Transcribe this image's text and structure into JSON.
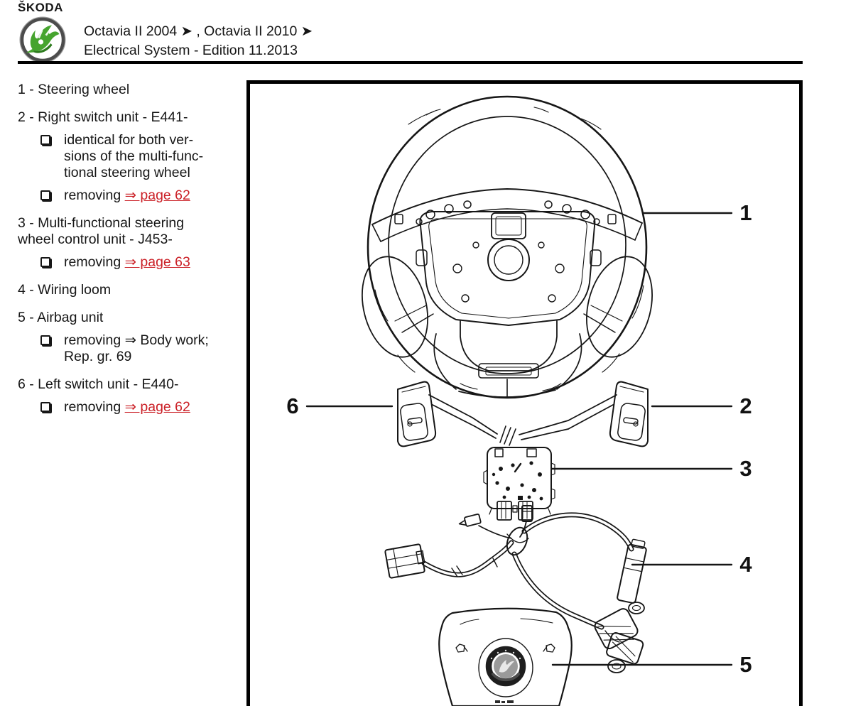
{
  "header": {
    "brand": "ŠKODA",
    "model_line": "Octavia II 2004 ➤ , Octavia II 2010 ➤",
    "document_line": "Electrical System - Edition 11.2013"
  },
  "colors": {
    "link_red": "#cb2027",
    "skoda_green": "#46a42e",
    "text": "#161616"
  },
  "icons": {
    "header_logo": "skoda-winged-arrow-logo",
    "list_bullet": "open-square-checkbox",
    "airbag_center": "skoda-badge"
  },
  "parts_list": {
    "items": [
      {
        "text": "1 - Steering wheel"
      },
      {
        "text": "2 - Right switch unit - E441-",
        "subs": [
          {
            "text": "identical for both ver-\nsions of the multi-func-\ntional steering wheel",
            "link": ""
          },
          {
            "text": "removing ",
            "link": "⇒ page 62"
          }
        ]
      },
      {
        "text": "3 - Multi-functional steering\nwheel control unit - J453-",
        "subs": [
          {
            "text": "removing ",
            "link": "⇒ page 63"
          }
        ]
      },
      {
        "text": "4 - Wiring loom"
      },
      {
        "text": "5 - Airbag unit",
        "subs": [
          {
            "text": "removing ⇒  Body work;\nRep. gr.  69",
            "link": ""
          }
        ]
      },
      {
        "text": "6 - Left switch unit - E440-",
        "subs": [
          {
            "text": "removing ",
            "link": "⇒ page 62"
          }
        ]
      }
    ]
  },
  "diagram": {
    "callouts": [
      {
        "number": "1",
        "part": "Steering wheel"
      },
      {
        "number": "2",
        "part": "Right switch unit - E441-"
      },
      {
        "number": "3",
        "part": "Multi-functional steering wheel control unit - J453-"
      },
      {
        "number": "4",
        "part": "Wiring loom"
      },
      {
        "number": "5",
        "part": "Airbag unit"
      },
      {
        "number": "6",
        "part": "Left switch unit - E440-"
      }
    ]
  }
}
